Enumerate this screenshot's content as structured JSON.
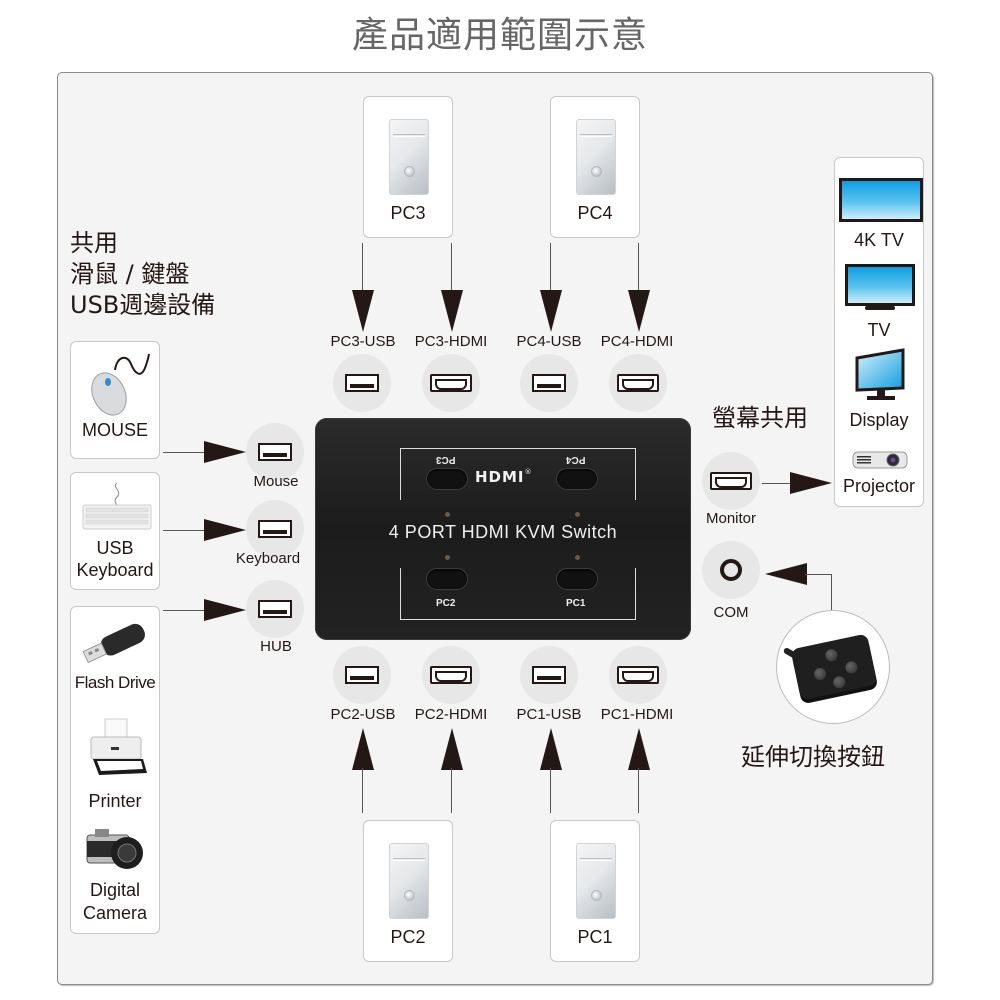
{
  "title": "產品適用範圍示意",
  "left_heading": {
    "line1": "共用",
    "line2": "滑鼠 / 鍵盤",
    "line3": "USB週邊設備"
  },
  "monitor_heading": "螢幕共用",
  "keypad_heading": "延伸切換按鈕",
  "computers": {
    "top": [
      {
        "label": "PC3",
        "ports": [
          "PC3-USB",
          "PC3-HDMI"
        ]
      },
      {
        "label": "PC4",
        "ports": [
          "PC4-USB",
          "PC4-HDMI"
        ]
      }
    ],
    "bottom": [
      {
        "label": "PC2",
        "ports": [
          "PC2-USB",
          "PC2-HDMI"
        ]
      },
      {
        "label": "PC1",
        "ports": [
          "PC1-USB",
          "PC1-HDMI"
        ]
      }
    ]
  },
  "left_devices": {
    "mouse": "MOUSE",
    "keyboard_line1": "USB",
    "keyboard_line2": "Keyboard",
    "usb_group": [
      "Flash Drive",
      "Printer",
      "Digital",
      "Camera"
    ]
  },
  "usb_ports": [
    "Mouse",
    "Keyboard",
    "HUB"
  ],
  "kvm": {
    "name": "4 PORT  HDMI  KVM  Switch",
    "logo": "HDMI",
    "logo_mark": "®",
    "buttons": [
      "PC3",
      "PC4",
      "PC2",
      "PC1"
    ]
  },
  "right_ports": [
    "Monitor",
    "COM"
  ],
  "displays": [
    "4K TV",
    "TV",
    "Display",
    "Projector"
  ],
  "colors": {
    "arrow": "#231815",
    "frame_bg": "#f4f4f4",
    "port_circle": "#e7e7e7",
    "kvm_body": "#1f1f1f",
    "screen_blue": "#0f9ee0",
    "title_gray": "#666666"
  }
}
